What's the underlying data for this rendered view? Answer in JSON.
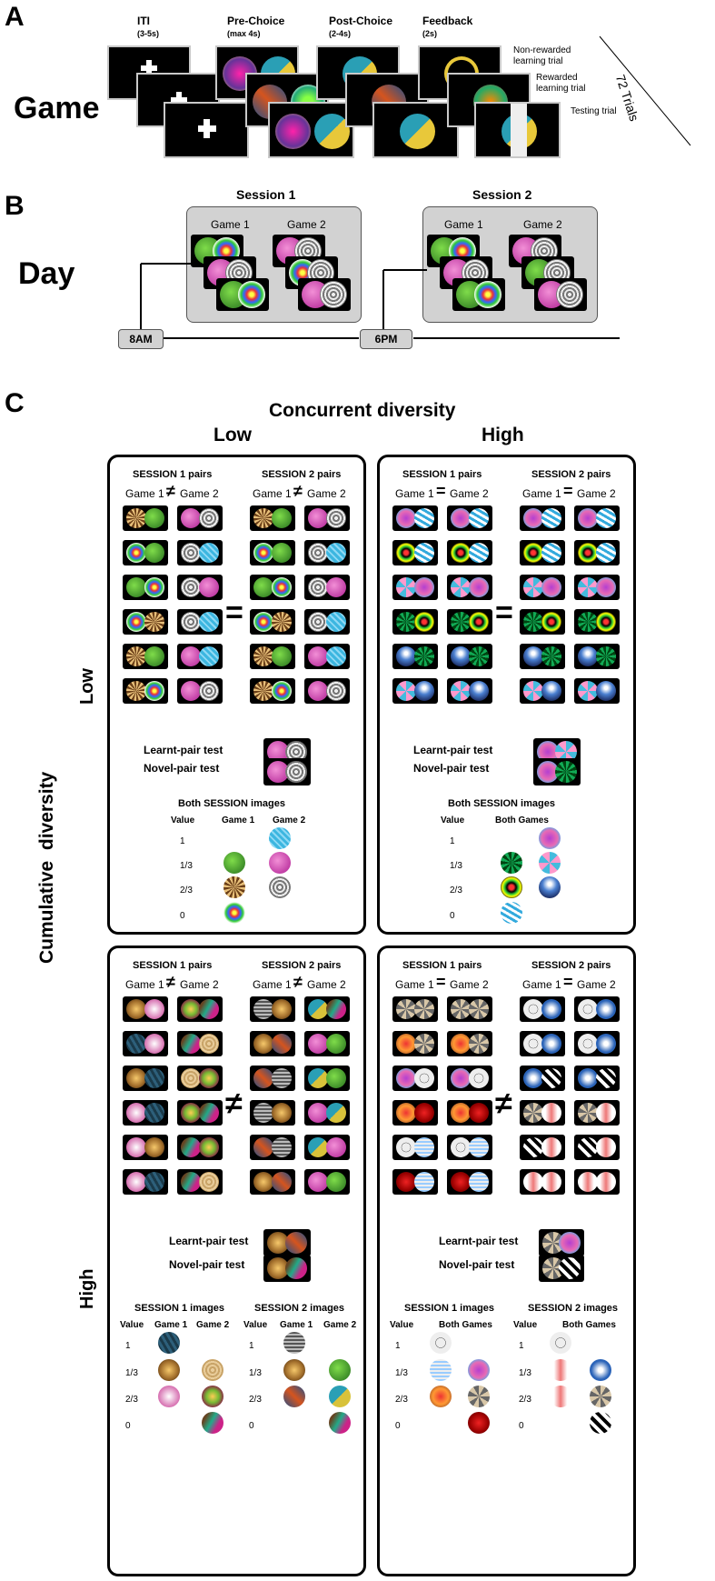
{
  "panelA": {
    "letter": "A",
    "side_label": "Game",
    "phases": [
      {
        "title": "ITI",
        "sub": "(3-5s)"
      },
      {
        "title": "Pre-Choice",
        "sub": "(max 4s)"
      },
      {
        "title": "Post-Choice",
        "sub": "(2-4s)"
      },
      {
        "title": "Feedback",
        "sub": "(2s)"
      }
    ],
    "trial_types": [
      "Non-rewarded learning trial",
      "Rewarded learning trial",
      "Testing trial"
    ],
    "trial_count": "72 Trials"
  },
  "panelB": {
    "letter": "B",
    "side_label": "Day",
    "sessions": [
      {
        "title": "Session 1",
        "games": [
          "Game 1",
          "Game 2"
        ],
        "time": "8AM"
      },
      {
        "title": "Session 2",
        "games": [
          "Game 1",
          "Game 2"
        ],
        "time": "6PM"
      }
    ]
  },
  "panelC": {
    "letter": "C",
    "top_title": "Concurrent diversity",
    "col_labels": [
      "Low",
      "High"
    ],
    "side_title": "Cumulative  diversity",
    "row_labels": [
      "Low",
      "High"
    ],
    "session1_pairs": "SESSION 1 pairs",
    "session2_pairs": "SESSION 2 pairs",
    "game1": "Game 1",
    "game2": "Game 2",
    "neq": "≠",
    "eq": "=",
    "learnt_test": "Learnt-pair test",
    "novel_test": "Novel-pair test",
    "both_images": "Both SESSION images",
    "session1_images": "SESSION 1 images",
    "session2_images": "SESSION 2 images",
    "value": "Value",
    "both_games": "Both Games",
    "values": [
      "1",
      "1/3",
      "2/3",
      "0"
    ],
    "colors": {
      "green": "#3f8f2a",
      "magenta": "#c23fa6",
      "white": "#cfcfcf",
      "cyan": "#3cb6e0",
      "brown": "#a36f2c",
      "multi": "#e6b84a",
      "pink": "#d66fb0",
      "teal": "#2d5f7a",
      "orange": "#c86a1f",
      "blue": "#2a63b8",
      "yellow": "#d8c23a",
      "red": "#d8393a"
    }
  }
}
